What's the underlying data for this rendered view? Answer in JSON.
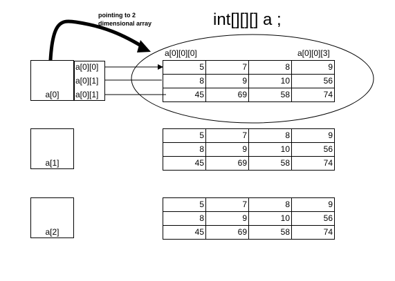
{
  "title": "int[][][] a ;",
  "annotation": {
    "line1": "pointing to 2",
    "line2": "dimensional array"
  },
  "corner_labels": {
    "first": "a[0][0][0]",
    "last": "a[0][0][3]"
  },
  "pointers": [
    "a[0][0]",
    "a[0][1]",
    "a[0][1]"
  ],
  "boxes": [
    {
      "label": "a[0]"
    },
    {
      "label": "a[1]"
    },
    {
      "label": "a[2]"
    }
  ],
  "grids": [
    {
      "rows": [
        [
          "5",
          "7",
          "8",
          "9"
        ],
        [
          "8",
          "9",
          "10",
          "56"
        ],
        [
          "45",
          "69",
          "58",
          "74"
        ]
      ]
    },
    {
      "rows": [
        [
          "5",
          "7",
          "8",
          "9"
        ],
        [
          "8",
          "9",
          "10",
          "56"
        ],
        [
          "45",
          "69",
          "58",
          "74"
        ]
      ]
    },
    {
      "rows": [
        [
          "5",
          "7",
          "8",
          "9"
        ],
        [
          "8",
          "9",
          "10",
          "56"
        ],
        [
          "45",
          "69",
          "58",
          "74"
        ]
      ]
    }
  ]
}
